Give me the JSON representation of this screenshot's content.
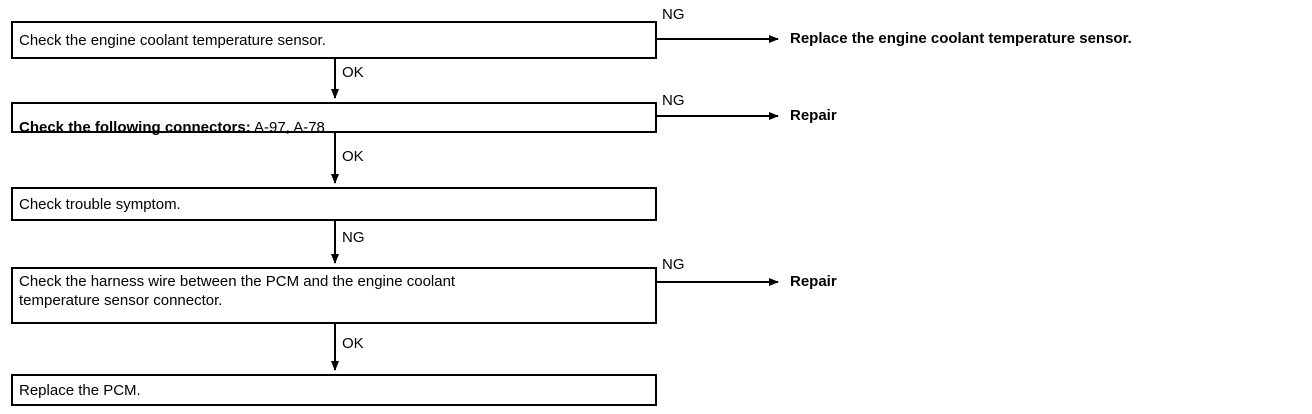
{
  "steps": [
    {
      "text": "Check the engine coolant temperature sensor."
    },
    {
      "text_bold": "Check the following connectors:",
      "text_rest": " A-97, A-78"
    },
    {
      "text": "Check trouble symptom."
    },
    {
      "text": "Check the harness wire between the PCM and the engine coolant\ntemperature sensor connector."
    },
    {
      "text": "Replace the PCM."
    }
  ],
  "down_labels": [
    "OK",
    "OK",
    "NG",
    "OK"
  ],
  "side_branches": [
    {
      "label": "NG",
      "result": "Replace the engine coolant temperature sensor."
    },
    {
      "label": "NG",
      "result": "Repair"
    },
    {
      "label": "NG",
      "result": "Repair"
    }
  ]
}
